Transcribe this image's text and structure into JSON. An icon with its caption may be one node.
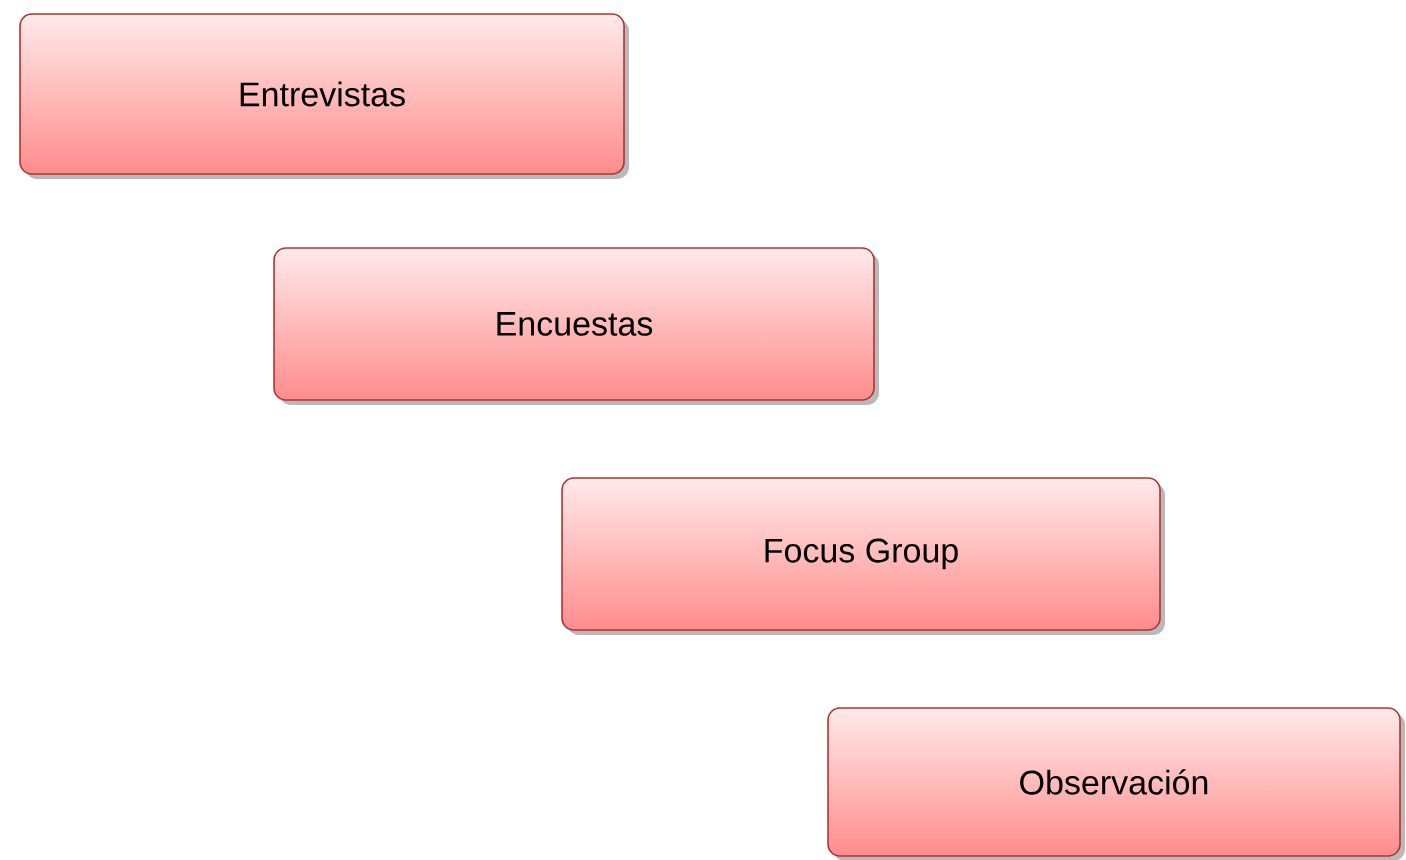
{
  "diagram": {
    "nodes": [
      {
        "text": [
          "Entrevistas"
        ]
      },
      {
        "text": [
          "Encuestas"
        ]
      },
      {
        "text": [
          "Focus Group"
        ]
      },
      {
        "text": [
          "Observación"
        ]
      }
    ]
  }
}
